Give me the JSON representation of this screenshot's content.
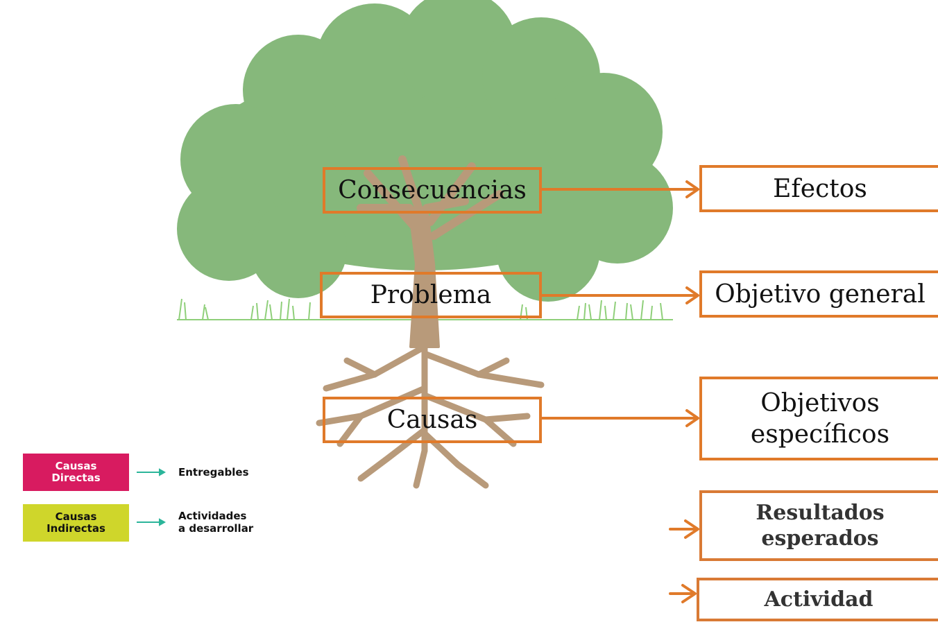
{
  "colors": {
    "canopy": "#86b87b",
    "trunk": "#b89a7a",
    "grass": "#8fcf7a",
    "arrow": "#e07a2a",
    "direct": "#d81b60",
    "indirect": "#cfd62b",
    "legend_arrow": "#2bb59a"
  },
  "tree_labels": {
    "consecuencias": "Consecuencias",
    "problema": "Problema",
    "causas": "Causas"
  },
  "result_boxes": {
    "efectos": "Efectos",
    "objetivo_general": "Objetivo general",
    "objetivos_especificos_line1": "Objetivos",
    "objetivos_especificos_line2": "específicos",
    "resultados_line1": "Resultados",
    "resultados_line2": "esperados",
    "actividad": "Actividad"
  },
  "legend": {
    "direct_line1": "Causas",
    "direct_line2": "Directas",
    "direct_result": "Entregables",
    "indirect_line1": "Causas",
    "indirect_line2": "Indirectas",
    "indirect_result_line1": "Actividades",
    "indirect_result_line2": "a desarrollar"
  }
}
